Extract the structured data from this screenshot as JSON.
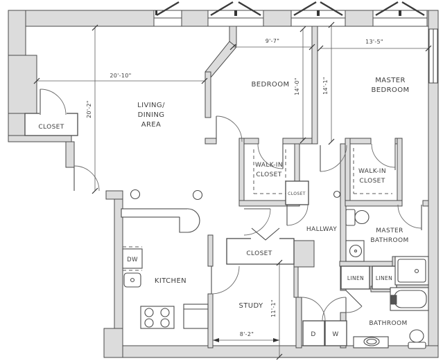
{
  "rooms": {
    "living": {
      "l1": "LIVING/",
      "l2": "DINING",
      "l3": "AREA"
    },
    "entry_closet": {
      "label": "CLOSET"
    },
    "bedroom": {
      "label": "BEDROOM"
    },
    "master_bedroom": {
      "l1": "MASTER",
      "l2": "BEDROOM"
    },
    "walkin_closet_1": {
      "l1": "WALK-IN",
      "l2": "CLOSET"
    },
    "walkin_closet_2": {
      "l1": "WALK-IN",
      "l2": "CLOSET"
    },
    "hall_closet": {
      "label": "CLOSET"
    },
    "hallway": {
      "label": "HALLWAY"
    },
    "master_bathroom": {
      "l1": "MASTER",
      "l2": "BATHROOM"
    },
    "kitchen": {
      "label": "KITCHEN"
    },
    "study": {
      "label": "STUDY"
    },
    "study_closet": {
      "label": "CLOSET"
    },
    "bathroom": {
      "label": "BATHROOM"
    },
    "linen_1": {
      "label": "LINEN"
    },
    "linen_2": {
      "label": "LINEN"
    }
  },
  "appliances": {
    "dishwasher": "DW",
    "dryer": "D",
    "washer": "W"
  },
  "dimensions": {
    "living_width": "20'-10\"",
    "living_depth": "20'-2\"",
    "bedroom_width": "9'-7\"",
    "bedroom_depth": "14'-0\"",
    "master_bedroom_width": "13'-5\"",
    "master_bedroom_depth": "14'-1\"",
    "study_depth": "11'-1\"",
    "study_width": "8'-2\""
  },
  "colors": {
    "wall_fill": "#dcdcdc",
    "wall_line": "#4a4a4a",
    "text": "#3d3d3d"
  }
}
